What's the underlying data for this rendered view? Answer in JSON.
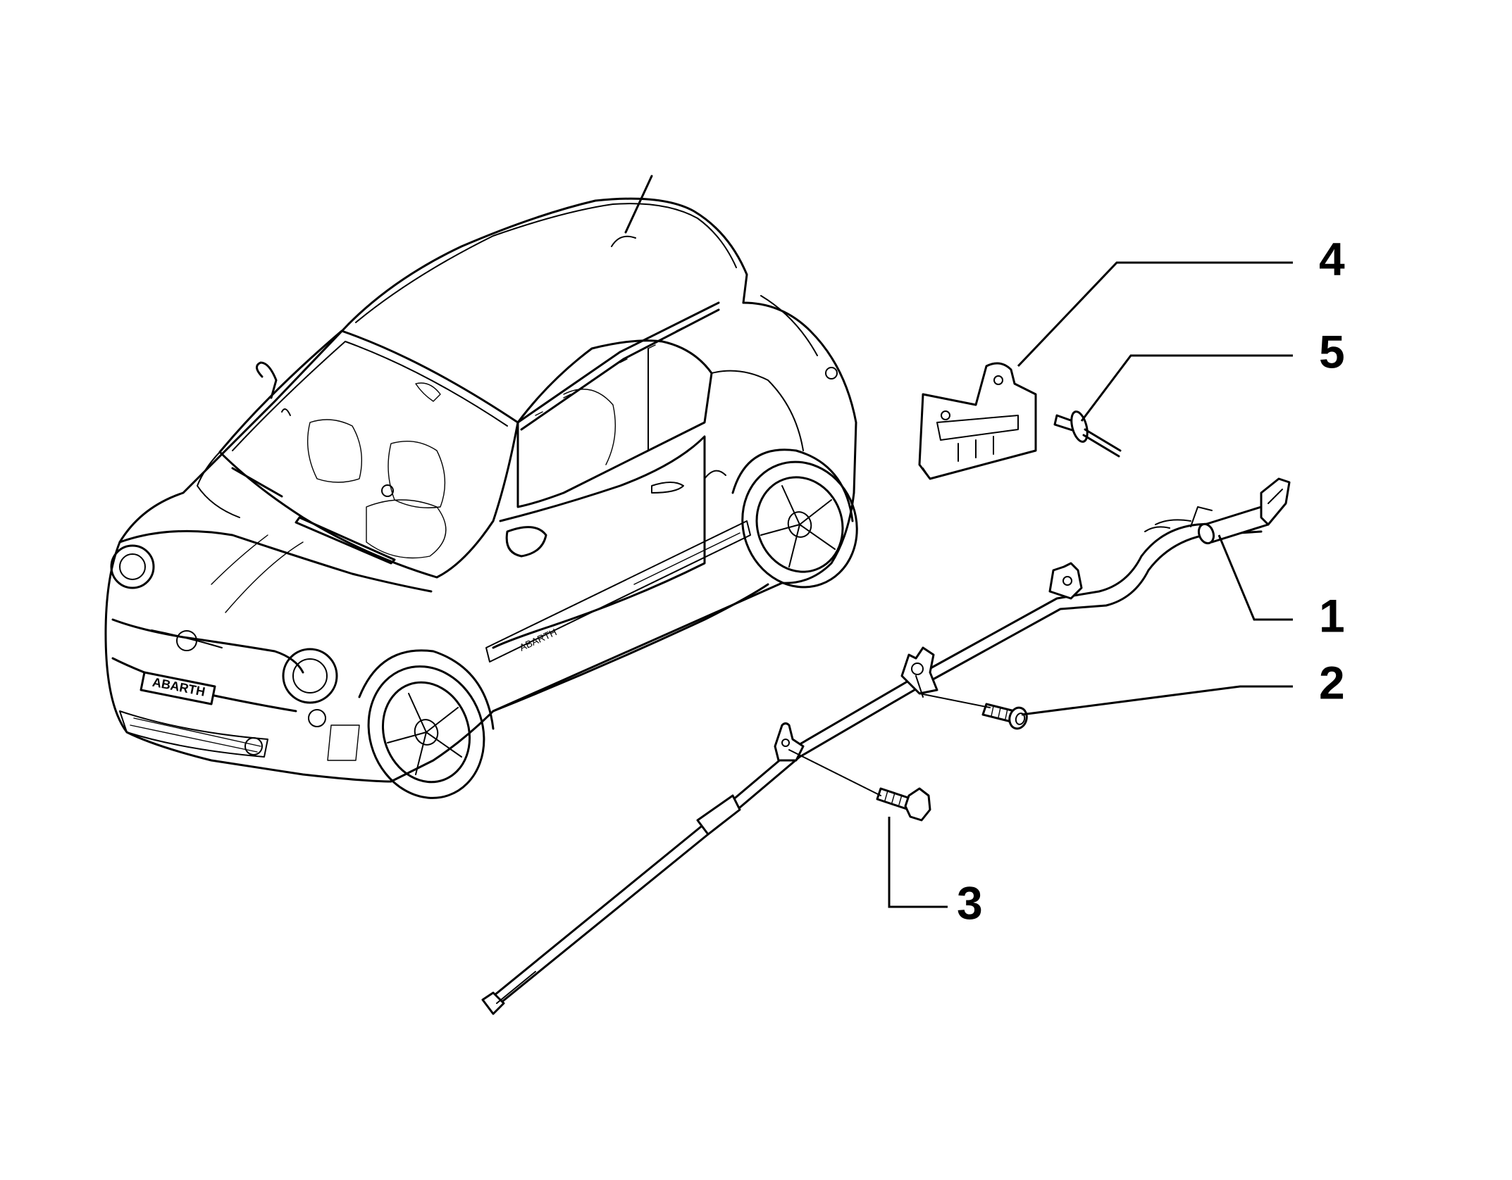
{
  "diagram": {
    "callouts": [
      {
        "id": "1",
        "label": "1"
      },
      {
        "id": "2",
        "label": "2"
      },
      {
        "id": "3",
        "label": "3"
      },
      {
        "id": "4",
        "label": "4"
      },
      {
        "id": "5",
        "label": "5"
      }
    ],
    "car": {
      "grille_badge_text": "ABARTH",
      "side_decal_text": "ABARTH"
    }
  }
}
